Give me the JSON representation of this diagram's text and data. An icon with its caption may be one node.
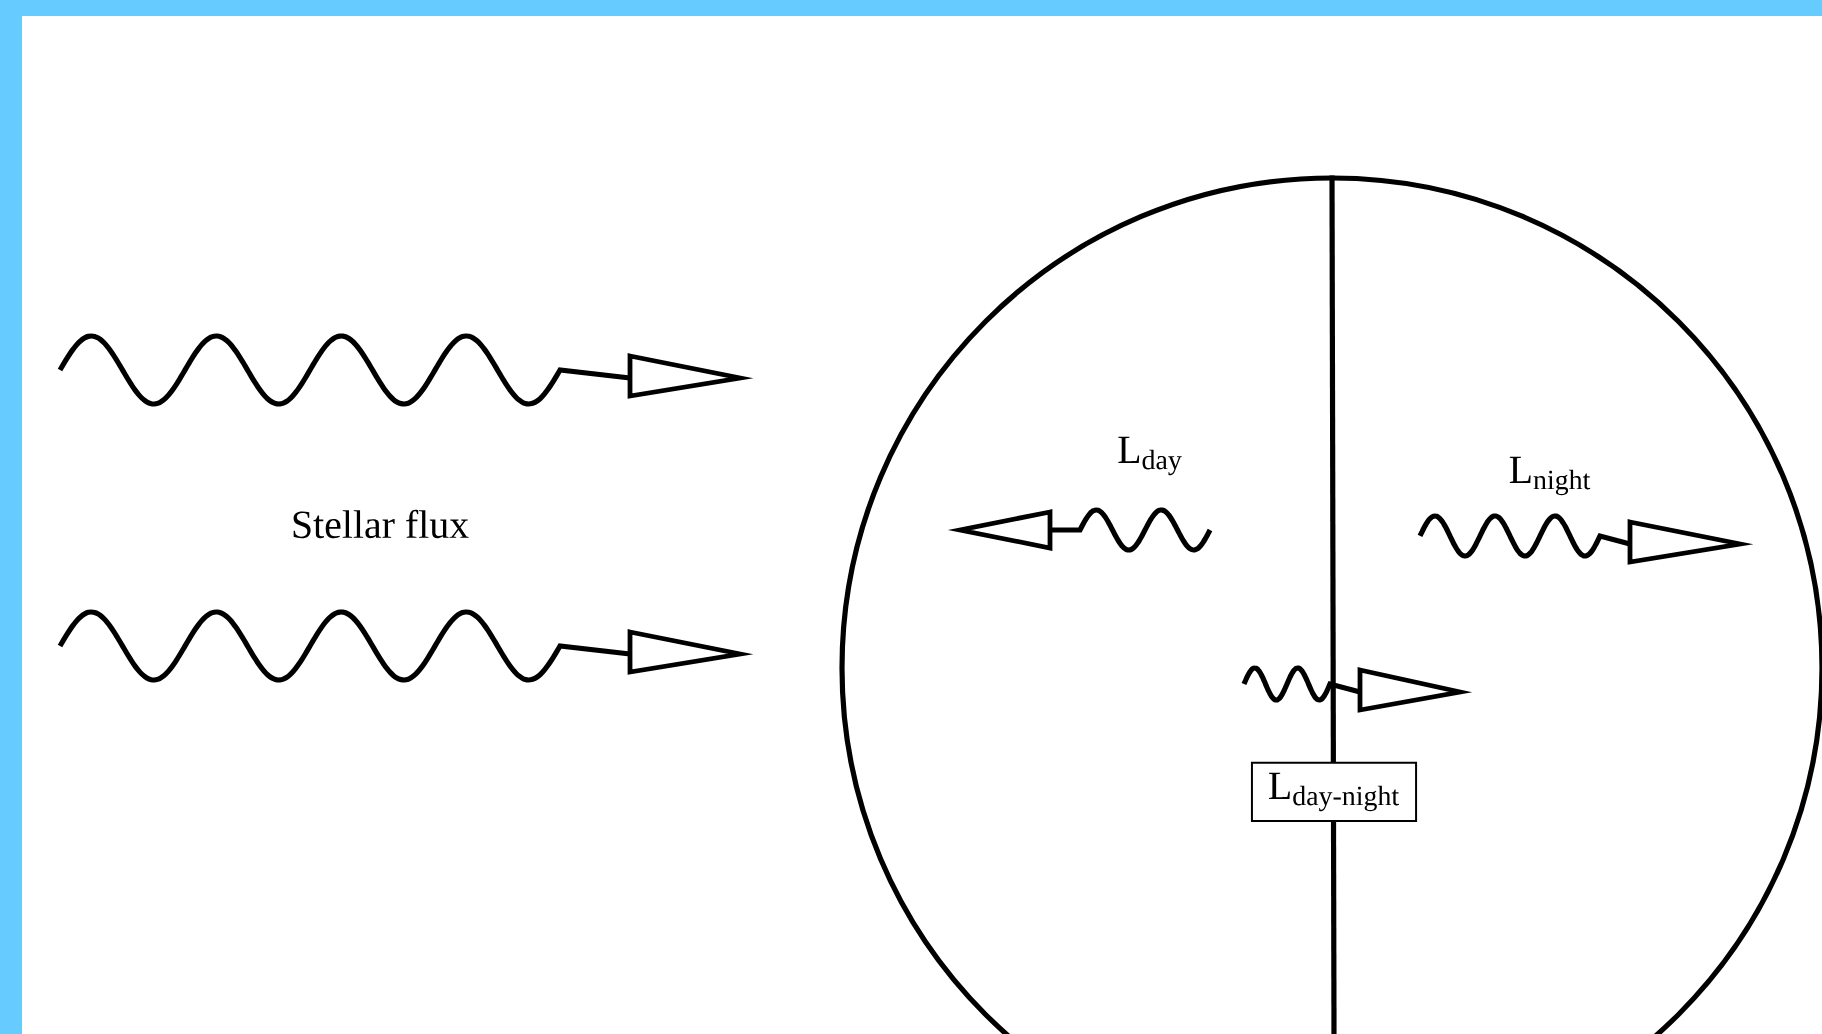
{
  "diagram": {
    "nodes": [
      {
        "text": [],
        "shape": "circle"
      },
      {
        "text": [
          "L$_{day-night}$"
        ],
        "in": 0
      }
    ],
    "labels": [
      "Stellar flux",
      "L$_{day}$",
      "L$_{night}$"
    ]
  }
}
